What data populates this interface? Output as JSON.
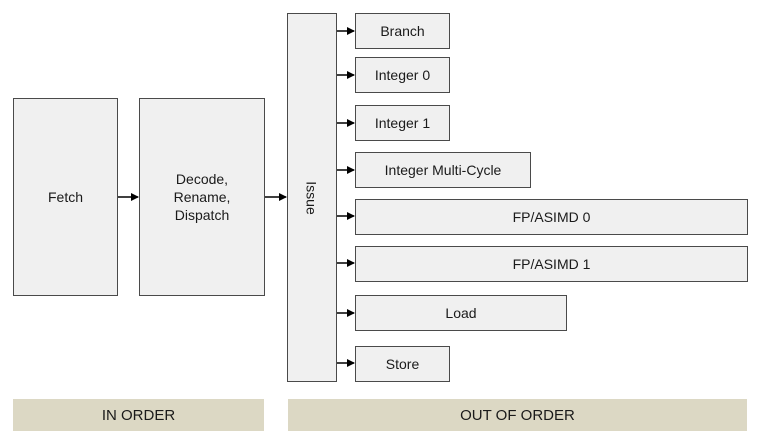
{
  "stages": {
    "fetch": "Fetch",
    "decode": "Decode,\nRename,\nDispatch",
    "issue": "Issue"
  },
  "execution_units": [
    "Branch",
    "Integer 0",
    "Integer 1",
    "Integer Multi-Cycle",
    "FP/ASIMD 0",
    "FP/ASIMD 1",
    "Load",
    "Store"
  ],
  "bands": {
    "in_order": "IN ORDER",
    "out_of_order": "OUT OF ORDER"
  },
  "colors": {
    "box_fill": "#f0f0f0",
    "box_stroke": "#4a4a4a",
    "band_fill": "#dcd8c4"
  }
}
